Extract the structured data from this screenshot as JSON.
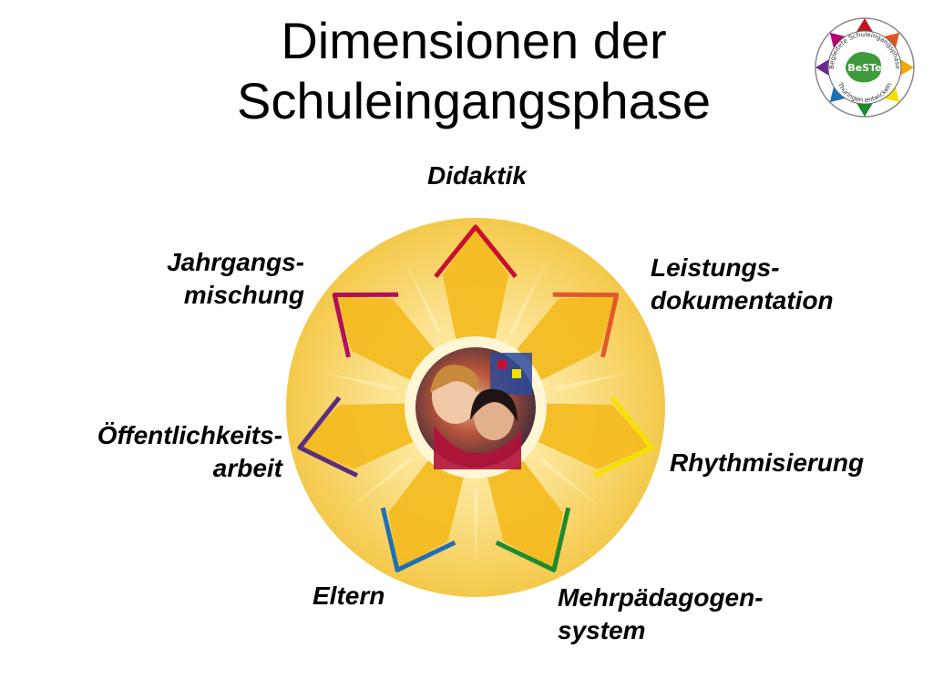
{
  "slide": {
    "title_line1": "Dimensionen der",
    "title_line2": "Schuleingangsphase"
  },
  "logo": {
    "badge": "BeSTe",
    "ring_text_top": "Begleitete Schuleingangsphase",
    "ring_text_bottom": "Thüringen entwickeln",
    "star_colors": [
      "#c0161c",
      "#e5541b",
      "#f2a800",
      "#f7e000",
      "#1a8a2c",
      "#1b6fb8",
      "#6a2a8c",
      "#b5006e"
    ]
  },
  "dimensions": [
    {
      "id": "didaktik",
      "lines": [
        "Didaktik"
      ],
      "color": "#c8102e"
    },
    {
      "id": "leistungsdokumentation",
      "lines": [
        "Leistungs-",
        "dokumentation"
      ],
      "color": "#e4572e"
    },
    {
      "id": "rhythmisierung",
      "lines": [
        "Rhythmisierung"
      ],
      "color": "#f5e000"
    },
    {
      "id": "mehrpaedagogensystem",
      "lines": [
        "Mehrpädagogen-",
        "system"
      ],
      "color": "#1e8a2e"
    },
    {
      "id": "eltern",
      "lines": [
        "Eltern"
      ],
      "color": "#1f6fb5"
    },
    {
      "id": "oeffentlichkeitsarbeit",
      "lines": [
        "Öffentlichkeits-",
        "arbeit"
      ],
      "color": "#5b2d7d"
    },
    {
      "id": "jahrgangsmischung",
      "lines": [
        "Jahrgangs-",
        "mischung"
      ],
      "color": "#b0105a"
    }
  ],
  "wheel": {
    "disc_color": "#f7d766",
    "petal_color": "#f3bb1e",
    "center_image": "photo-children"
  }
}
